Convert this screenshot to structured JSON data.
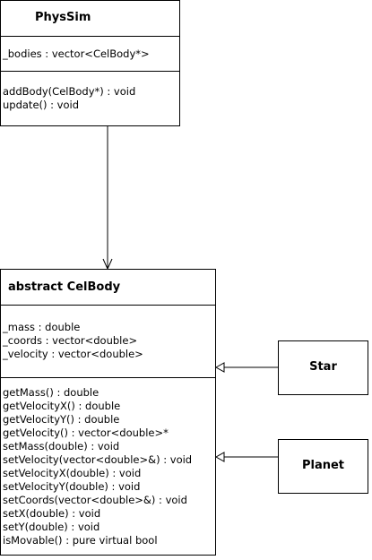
{
  "classes": {
    "physsim": {
      "name": "PhysSim",
      "attributes": [
        "_bodies : vector<CelBody*>"
      ],
      "methods": [
        "addBody(CelBody*) : void",
        "update() : void"
      ]
    },
    "celbody": {
      "name": "abstract CelBody",
      "attributes": [
        "_mass : double",
        "_coords : vector<double>",
        "_velocity : vector<double>"
      ],
      "methods": [
        "getMass() : double",
        "getVelocityX() : double",
        "getVelocityY() : double",
        "getVelocity() : vector<double>*",
        "setMass(double) : void",
        "setVelocity(vector<double>&) : void",
        "setVelocityX(double) : void",
        "setVelocityY(double) : void",
        "setCoords(vector<double>&) : void",
        "setX(double) : void",
        "setY(double) : void",
        "isMovable() : pure virtual bool"
      ]
    },
    "star": {
      "name": "Star"
    },
    "planet": {
      "name": "Planet"
    }
  }
}
